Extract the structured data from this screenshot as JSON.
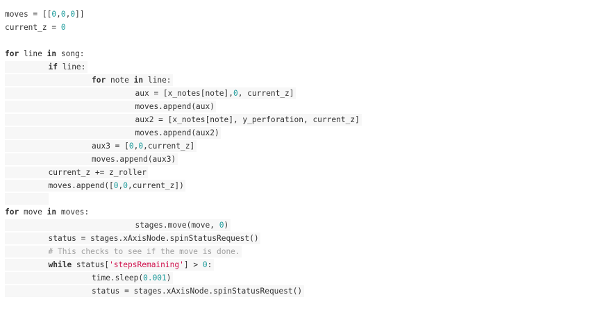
{
  "code_lines": [
    {
      "indent": 0,
      "tokens": [
        {
          "t": "moves = [[",
          "k": "plain"
        },
        {
          "t": "0",
          "k": "num"
        },
        {
          "t": ",",
          "k": "plain"
        },
        {
          "t": "0",
          "k": "num"
        },
        {
          "t": ",",
          "k": "plain"
        },
        {
          "t": "0",
          "k": "num"
        },
        {
          "t": "]]",
          "k": "plain"
        }
      ]
    },
    {
      "indent": 0,
      "tokens": [
        {
          "t": "current_z = ",
          "k": "plain"
        },
        {
          "t": "0",
          "k": "num"
        }
      ]
    },
    {
      "indent": 0,
      "blank": true,
      "tokens": []
    },
    {
      "indent": 0,
      "tokens": [
        {
          "t": "for",
          "k": "kw"
        },
        {
          "t": " line ",
          "k": "plain"
        },
        {
          "t": "in",
          "k": "kw"
        },
        {
          "t": " song:",
          "k": "plain"
        }
      ]
    },
    {
      "indent": 1,
      "tokens": [
        {
          "t": "if",
          "k": "kw"
        },
        {
          "t": " line:",
          "k": "plain"
        }
      ]
    },
    {
      "indent": 2,
      "tokens": [
        {
          "t": "for",
          "k": "kw"
        },
        {
          "t": " note ",
          "k": "plain"
        },
        {
          "t": "in",
          "k": "kw"
        },
        {
          "t": " line:",
          "k": "plain"
        }
      ]
    },
    {
      "indent": 3,
      "tokens": [
        {
          "t": "aux = [x_notes[note],",
          "k": "plain"
        },
        {
          "t": "0",
          "k": "num"
        },
        {
          "t": ", current_z]",
          "k": "plain"
        }
      ]
    },
    {
      "indent": 3,
      "tokens": [
        {
          "t": "moves.append(aux)",
          "k": "plain"
        }
      ]
    },
    {
      "indent": 3,
      "tokens": [
        {
          "t": "aux2 = [x_notes[note], y_perforation, current_z]",
          "k": "plain"
        }
      ]
    },
    {
      "indent": 3,
      "tokens": [
        {
          "t": "moves.append(aux2)",
          "k": "plain"
        }
      ]
    },
    {
      "indent": 2,
      "tokens": [
        {
          "t": "aux3 = [",
          "k": "plain"
        },
        {
          "t": "0",
          "k": "num"
        },
        {
          "t": ",",
          "k": "plain"
        },
        {
          "t": "0",
          "k": "num"
        },
        {
          "t": ",current_z]",
          "k": "plain"
        }
      ]
    },
    {
      "indent": 2,
      "tokens": [
        {
          "t": "moves.append(aux3)",
          "k": "plain"
        }
      ]
    },
    {
      "indent": 1,
      "tokens": [
        {
          "t": "current_z += z_roller",
          "k": "plain"
        }
      ]
    },
    {
      "indent": 1,
      "tokens": [
        {
          "t": "moves.append([",
          "k": "plain"
        },
        {
          "t": "0",
          "k": "num"
        },
        {
          "t": ",",
          "k": "plain"
        },
        {
          "t": "0",
          "k": "num"
        },
        {
          "t": ",current_z])",
          "k": "plain"
        }
      ]
    },
    {
      "indent": 1,
      "blank": true,
      "tokens": []
    },
    {
      "indent": 0,
      "tokens": [
        {
          "t": "for",
          "k": "kw"
        },
        {
          "t": " move ",
          "k": "plain"
        },
        {
          "t": "in",
          "k": "kw"
        },
        {
          "t": " moves:",
          "k": "plain"
        }
      ]
    },
    {
      "indent": 3,
      "tokens": [
        {
          "t": "stages.move(move, ",
          "k": "plain"
        },
        {
          "t": "0",
          "k": "num"
        },
        {
          "t": ")",
          "k": "plain"
        }
      ]
    },
    {
      "indent": 1,
      "tokens": [
        {
          "t": "status = stages.xAxisNode.spinStatusRequest()",
          "k": "plain"
        }
      ]
    },
    {
      "indent": 1,
      "tokens": [
        {
          "t": "# This checks to see if the move is done.",
          "k": "com"
        }
      ]
    },
    {
      "indent": 1,
      "tokens": [
        {
          "t": "while",
          "k": "kw"
        },
        {
          "t": " status[",
          "k": "plain"
        },
        {
          "t": "'stepsRemaining'",
          "k": "str"
        },
        {
          "t": "] > ",
          "k": "plain"
        },
        {
          "t": "0",
          "k": "num"
        },
        {
          "t": ":",
          "k": "plain"
        }
      ]
    },
    {
      "indent": 2,
      "tokens": [
        {
          "t": "time.sleep(",
          "k": "plain"
        },
        {
          "t": "0.001",
          "k": "num"
        },
        {
          "t": ")",
          "k": "plain"
        }
      ]
    },
    {
      "indent": 2,
      "tokens": [
        {
          "t": "status = stages.xAxisNode.spinStatusRequest()",
          "k": "plain"
        }
      ]
    }
  ],
  "colors": {
    "text": "#333333",
    "number": "#1a9a9a",
    "string": "#d0104c",
    "comment": "#a0a0a0",
    "line_highlight": "#f7f7f7"
  }
}
